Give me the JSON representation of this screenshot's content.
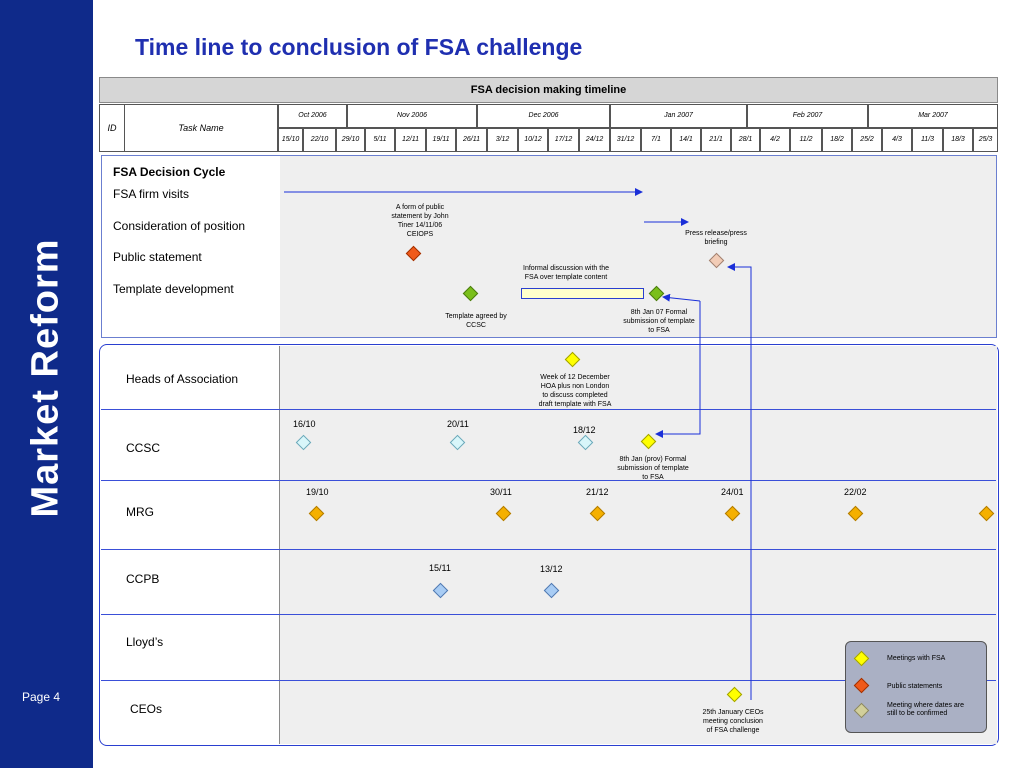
{
  "sidebar": {
    "brand": "Market Reform",
    "page": "Page 4"
  },
  "title": "Time line to conclusion of FSA challenge",
  "timeline": {
    "header": "FSA decision making timeline",
    "id_label": "ID",
    "task_label": "Task Name",
    "months": [
      "Oct 2006",
      "Nov 2006",
      "Dec 2006",
      "Jan 2007",
      "Feb 2007",
      "Mar 2007"
    ],
    "weeks": [
      "15/10",
      "22/10",
      "29/10",
      "5/11",
      "12/11",
      "19/11",
      "26/11",
      "3/12",
      "10/12",
      "17/12",
      "24/12",
      "31/12",
      "7/1",
      "14/1",
      "21/1",
      "28/1",
      "4/2",
      "11/2",
      "18/2",
      "25/2",
      "4/3",
      "11/3",
      "18/3",
      "25/3"
    ]
  },
  "cycle": {
    "title": "FSA Decision Cycle",
    "tasks": [
      "FSA firm visits",
      "Consideration of position",
      "Public statement",
      "Template development"
    ],
    "notes": {
      "public_statement": "A form of public statement by John Tiner 14/11/06 CEIOPS",
      "press": "Press release/press briefing",
      "informal": "Informal discussion with the FSA over template content",
      "template_agreed": "Template agreed by CCSC",
      "formal": "8th Jan 07 Formal submission of template to FSA"
    }
  },
  "groups": {
    "heads": {
      "label": "Heads of Association",
      "note": "Week of 12 December HOA plus non London to discuss completed draft template with FSA"
    },
    "ccsc": {
      "label": "CCSC",
      "dates": [
        "16/10",
        "20/11",
        "18/12"
      ],
      "note": "8th Jan (prov) Formal submission of template to FSA"
    },
    "mrg": {
      "label": "MRG",
      "dates": [
        "19/10",
        "30/11",
        "21/12",
        "24/01",
        "22/02"
      ]
    },
    "ccpb": {
      "label": "CCPB",
      "dates": [
        "15/11",
        "13/12"
      ]
    },
    "lloyds": {
      "label": "Lloyd’s"
    },
    "ceos": {
      "label": "CEOs",
      "note": "25th January CEOs meeting conclusion of FSA challenge"
    }
  },
  "legend": {
    "items": [
      "Meetings with FSA",
      "Public statements",
      "Meeting where dates are still to be confirmed"
    ]
  },
  "colors": {
    "sidebar": "#0f2a8a",
    "title": "#1f2fb0",
    "arrow": "#1a2fd8"
  }
}
